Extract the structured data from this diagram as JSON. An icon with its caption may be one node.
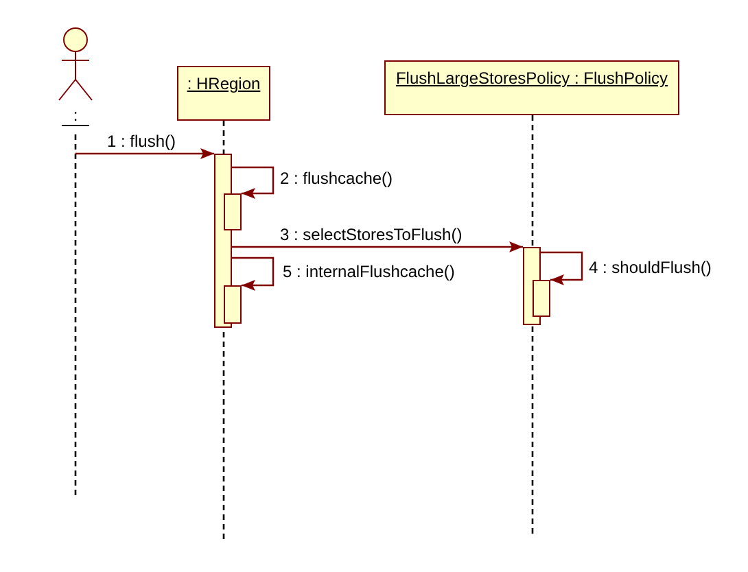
{
  "diagram": {
    "nodes": [
      {
        "text": [
          ":"
        ]
      },
      {
        "text": [
          ": HRegion"
        ]
      },
      {
        "text": [
          "FlushLargeStoresPolicy : FlushPolicy"
        ]
      },
      {
        "text": [],
        "shape": "bar"
      },
      {
        "text": [],
        "shape": "bar"
      },
      {
        "text": [],
        "shape": "bar"
      },
      {
        "text": [],
        "shape": "bar"
      },
      {
        "text": [],
        "shape": "bar"
      }
    ],
    "edges": [
      {
        "from": 0,
        "to": 3,
        "arrow": "to",
        "label": "1 : flush()"
      },
      {
        "from": 3,
        "to": 4,
        "arrow": "to",
        "label": "2 : flushcache()"
      },
      {
        "from": 3,
        "to": 6,
        "arrow": "to",
        "label": "3 : selectStoresToFlush()"
      },
      {
        "from": 6,
        "to": 7,
        "arrow": "to",
        "label": "4 : shouldFlush()"
      },
      {
        "from": 3,
        "to": 5,
        "arrow": "to",
        "label": "5 : internalFlushcache()"
      }
    ]
  }
}
